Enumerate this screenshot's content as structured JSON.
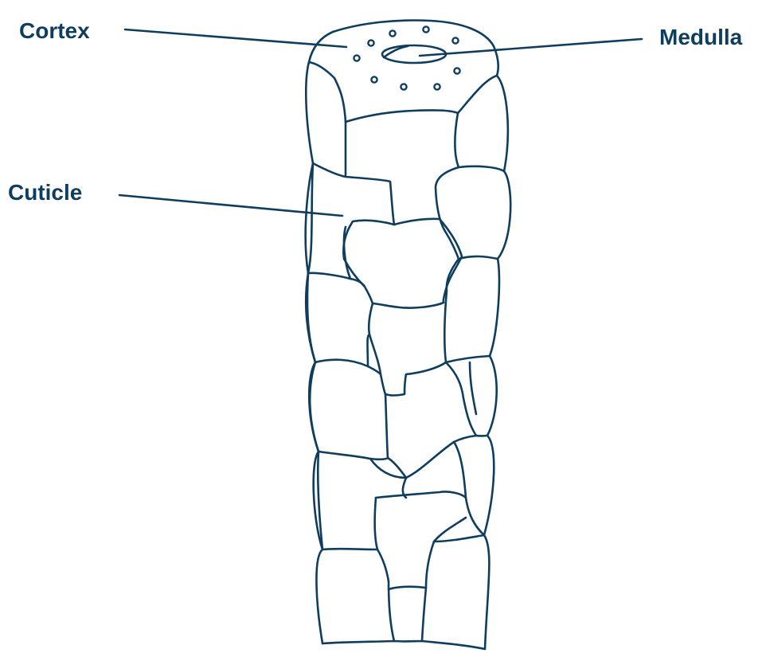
{
  "labels": {
    "cortex": "Cortex",
    "medulla": "Medulla",
    "cuticle": "Cuticle"
  },
  "colors": {
    "line": "#0f3d5e",
    "background": "#ffffff"
  }
}
